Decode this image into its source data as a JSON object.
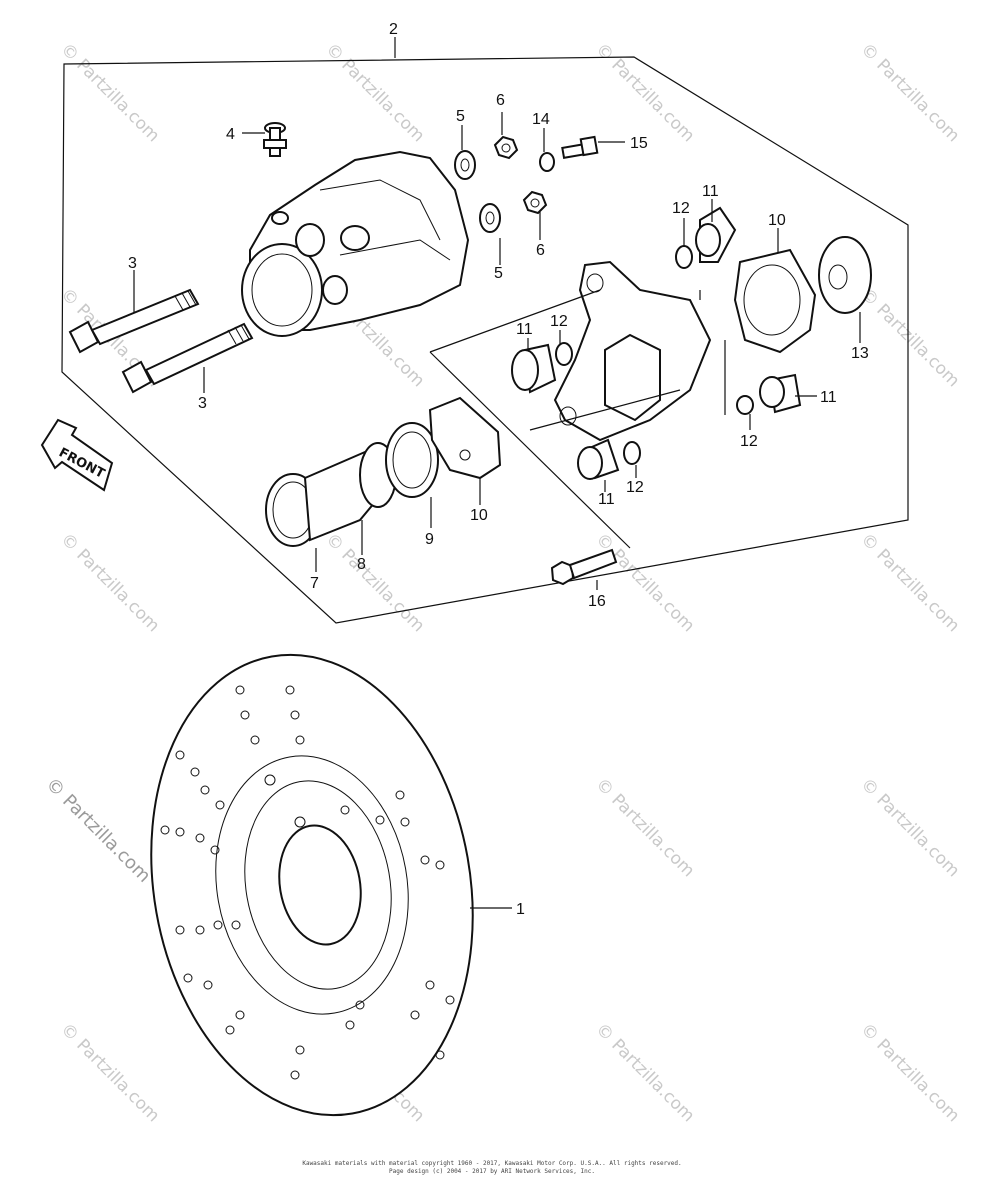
{
  "watermark": {
    "text": "© Partzilla.com"
  },
  "front_arrow": {
    "label": "FRONT"
  },
  "callouts": [
    {
      "id": "c1",
      "text": "1"
    },
    {
      "id": "c2",
      "text": "2"
    },
    {
      "id": "c3a",
      "text": "3"
    },
    {
      "id": "c3b",
      "text": "3"
    },
    {
      "id": "c4",
      "text": "4"
    },
    {
      "id": "c5a",
      "text": "5"
    },
    {
      "id": "c5b",
      "text": "5"
    },
    {
      "id": "c6a",
      "text": "6"
    },
    {
      "id": "c6b",
      "text": "6"
    },
    {
      "id": "c7",
      "text": "7"
    },
    {
      "id": "c8",
      "text": "8"
    },
    {
      "id": "c9",
      "text": "9"
    },
    {
      "id": "c10a",
      "text": "10"
    },
    {
      "id": "c10b",
      "text": "10"
    },
    {
      "id": "c11a",
      "text": "11"
    },
    {
      "id": "c11b",
      "text": "11"
    },
    {
      "id": "c11c",
      "text": "11"
    },
    {
      "id": "c11d",
      "text": "11"
    },
    {
      "id": "c12a",
      "text": "12"
    },
    {
      "id": "c12b",
      "text": "12"
    },
    {
      "id": "c12c",
      "text": "12"
    },
    {
      "id": "c12d",
      "text": "12"
    },
    {
      "id": "c13",
      "text": "13"
    },
    {
      "id": "c14",
      "text": "14"
    },
    {
      "id": "c15",
      "text": "15"
    },
    {
      "id": "c16",
      "text": "16"
    }
  ],
  "footer": {
    "line1": "Kawasaki materials with material copyright 1960 - 2017, Kawasaki Motor Corp. U.S.A.. All rights reserved.",
    "line2": "Page design (c) 2004 - 2017 by ARI Network Services, Inc."
  }
}
